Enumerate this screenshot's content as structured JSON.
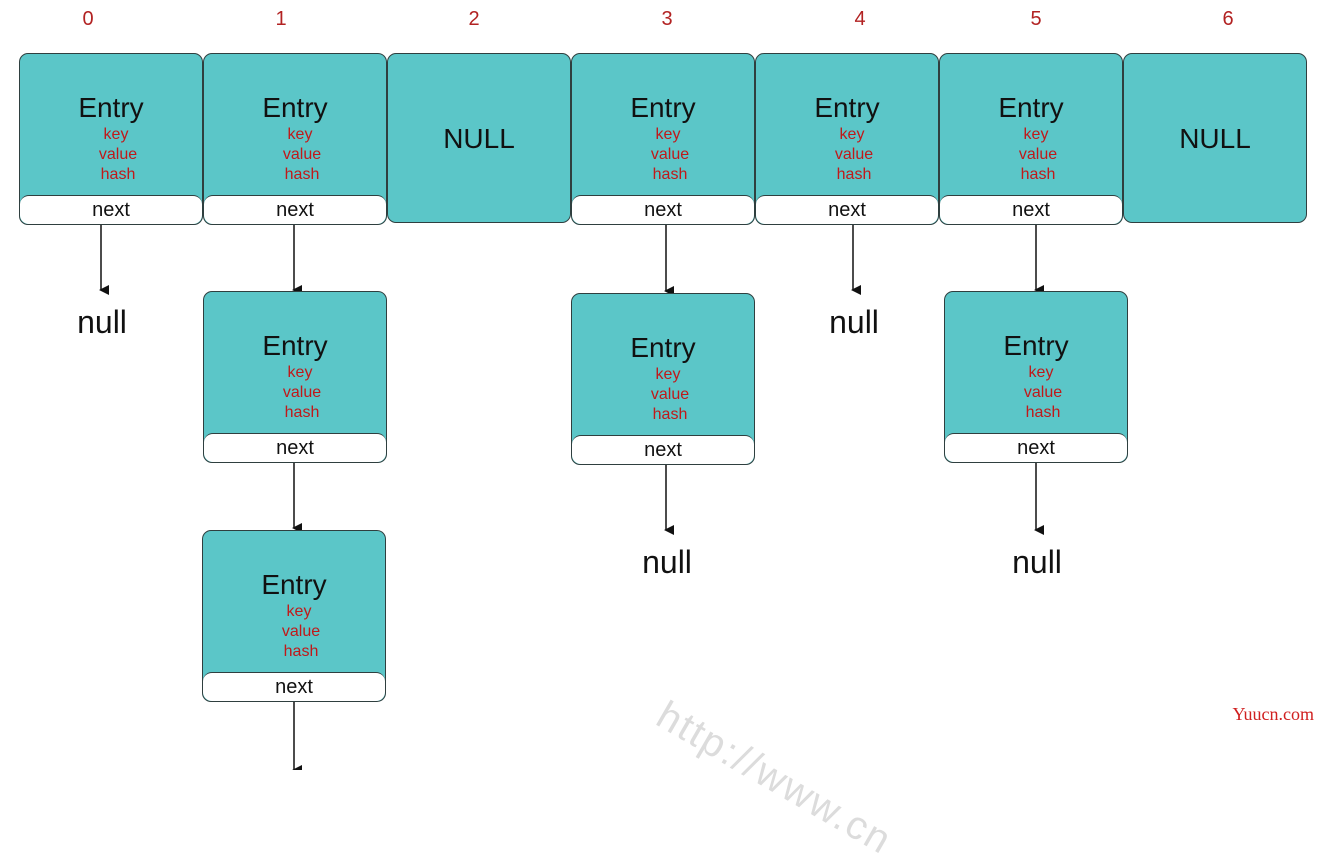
{
  "indices": [
    "0",
    "1",
    "2",
    "3",
    "4",
    "5",
    "6"
  ],
  "slots": [
    "entry",
    "entry",
    "null",
    "entry",
    "entry",
    "entry",
    "null"
  ],
  "entry": {
    "title": "Entry",
    "key": "key",
    "value": "value",
    "hash": "hash",
    "next": "next"
  },
  "null_slot_label": "NULL",
  "null_label": "null",
  "chains": {
    "0": [],
    "1": [
      "Entry",
      "Entry"
    ],
    "3": [
      "Entry"
    ],
    "4": [],
    "5": [
      "Entry"
    ]
  },
  "watermark": "http://www.cn",
  "brand": "Yuucn.com",
  "colors": {
    "node": "#5bc6c8",
    "index": "#b22222",
    "field": "#c0191a",
    "brand": "#d02020"
  }
}
